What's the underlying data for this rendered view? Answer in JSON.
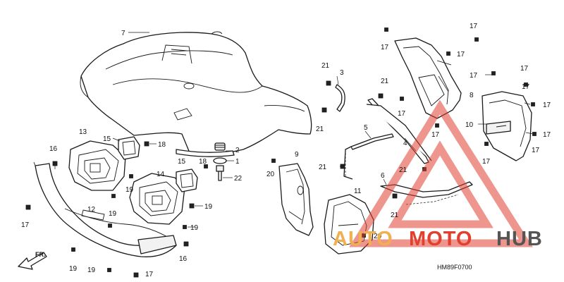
{
  "diagram": {
    "drawing_code": "HM89F0700",
    "front_marker": "FR.",
    "callouts": [
      {
        "id": "c7a",
        "text": "7"
      },
      {
        "id": "c2",
        "text": "2"
      },
      {
        "id": "c1",
        "text": "1"
      },
      {
        "id": "c22",
        "text": "22"
      },
      {
        "id": "c13",
        "text": "13"
      },
      {
        "id": "c15a",
        "text": "15"
      },
      {
        "id": "c18a",
        "text": "18"
      },
      {
        "id": "c16a",
        "text": "16"
      },
      {
        "id": "c19a",
        "text": "19"
      },
      {
        "id": "c19b",
        "text": "19"
      },
      {
        "id": "c15b",
        "text": "15"
      },
      {
        "id": "c14",
        "text": "14"
      },
      {
        "id": "c18b",
        "text": "18"
      },
      {
        "id": "c19c",
        "text": "19"
      },
      {
        "id": "c19d",
        "text": "19"
      },
      {
        "id": "c12",
        "text": "12"
      },
      {
        "id": "c17a",
        "text": "17"
      },
      {
        "id": "c19e",
        "text": "19"
      },
      {
        "id": "c19f",
        "text": "19"
      },
      {
        "id": "c16b",
        "text": "16"
      },
      {
        "id": "c17b",
        "text": "17"
      },
      {
        "id": "c21a",
        "text": "21"
      },
      {
        "id": "c3",
        "text": "3"
      },
      {
        "id": "c21b",
        "text": "21"
      },
      {
        "id": "c9",
        "text": "9"
      },
      {
        "id": "c20a",
        "text": "20"
      },
      {
        "id": "c21c",
        "text": "21"
      },
      {
        "id": "c5",
        "text": "5"
      },
      {
        "id": "c11",
        "text": "11"
      },
      {
        "id": "c20b",
        "text": "20"
      },
      {
        "id": "c17c",
        "text": "17"
      },
      {
        "id": "c21d",
        "text": "21"
      },
      {
        "id": "c17d",
        "text": "17"
      },
      {
        "id": "c17e",
        "text": "17"
      },
      {
        "id": "c17f",
        "text": "17"
      },
      {
        "id": "c8",
        "text": "8"
      },
      {
        "id": "c17g",
        "text": "17"
      },
      {
        "id": "c17h",
        "text": "17"
      },
      {
        "id": "c4",
        "text": "4"
      },
      {
        "id": "c21e",
        "text": "21"
      },
      {
        "id": "c6",
        "text": "6"
      },
      {
        "id": "c21f",
        "text": "21"
      },
      {
        "id": "c17i",
        "text": "17"
      },
      {
        "id": "c17j",
        "text": "17"
      },
      {
        "id": "c17k",
        "text": "17"
      },
      {
        "id": "c10",
        "text": "10"
      },
      {
        "id": "c17l",
        "text": "17"
      },
      {
        "id": "c17m",
        "text": "17"
      },
      {
        "id": "c17n",
        "text": "17"
      }
    ]
  },
  "watermark": {
    "text_a": "AUTO",
    "text_b": "MOTO",
    "text_c": "HUB",
    "color_a": "#f0b050",
    "color_b": "#e04030",
    "color_c": "#555555",
    "triangle_color": "#e04030"
  }
}
